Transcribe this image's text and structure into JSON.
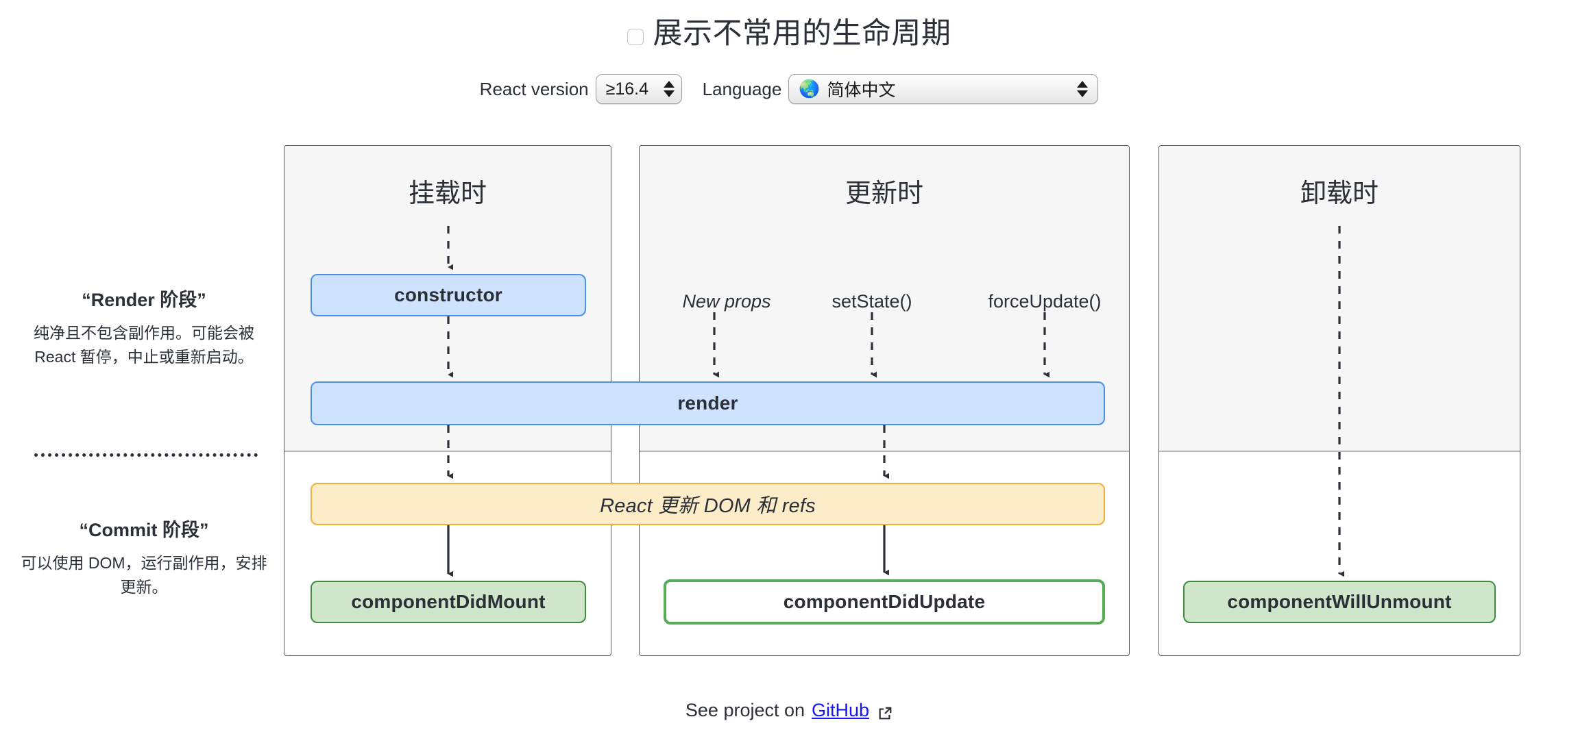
{
  "header": {
    "checkbox_checked": false,
    "title": "展示不常用的生命周期",
    "controls": {
      "react_version_label": "React version",
      "react_version_value": "≥16.4",
      "language_label": "Language",
      "language_icon": "globe-icon",
      "language_value": "简体中文"
    }
  },
  "legend": {
    "render": {
      "title": "“Render 阶段”",
      "body": "纯净且不包含副作用。可能会被 React 暂停，中止或重新启动。"
    },
    "commit": {
      "title": "“Commit 阶段”",
      "body": "可以使用 DOM，运行副作用，安排更新。"
    }
  },
  "panels": {
    "mounting": {
      "title": "挂载时"
    },
    "updating": {
      "title": "更新时"
    },
    "unmounting": {
      "title": "卸载时"
    }
  },
  "triggers": {
    "new_props": "New props",
    "set_state": "setState()",
    "force_update": "forceUpdate()"
  },
  "boxes": {
    "constructor": "constructor",
    "render": "render",
    "react_dom": "React 更新 DOM 和 refs",
    "did_mount": "componentDidMount",
    "did_update": "componentDidUpdate",
    "will_unmount": "componentWillUnmount"
  },
  "footer": {
    "prefix": "See project on",
    "link": "GitHub",
    "external_icon": "external-link-icon"
  },
  "colors": {
    "render_phase_bg": "#f6f6f6",
    "blue_fill": "#cfe2fd",
    "blue_border": "#4a90ea",
    "yellow_fill": "#fcecc8",
    "yellow_border": "#eeb03a",
    "green_fill": "#cfe6cb",
    "green_border": "#3f8c3f",
    "green_outline": "#56ad56",
    "link": "#1414ff",
    "text": "#2b3038"
  }
}
